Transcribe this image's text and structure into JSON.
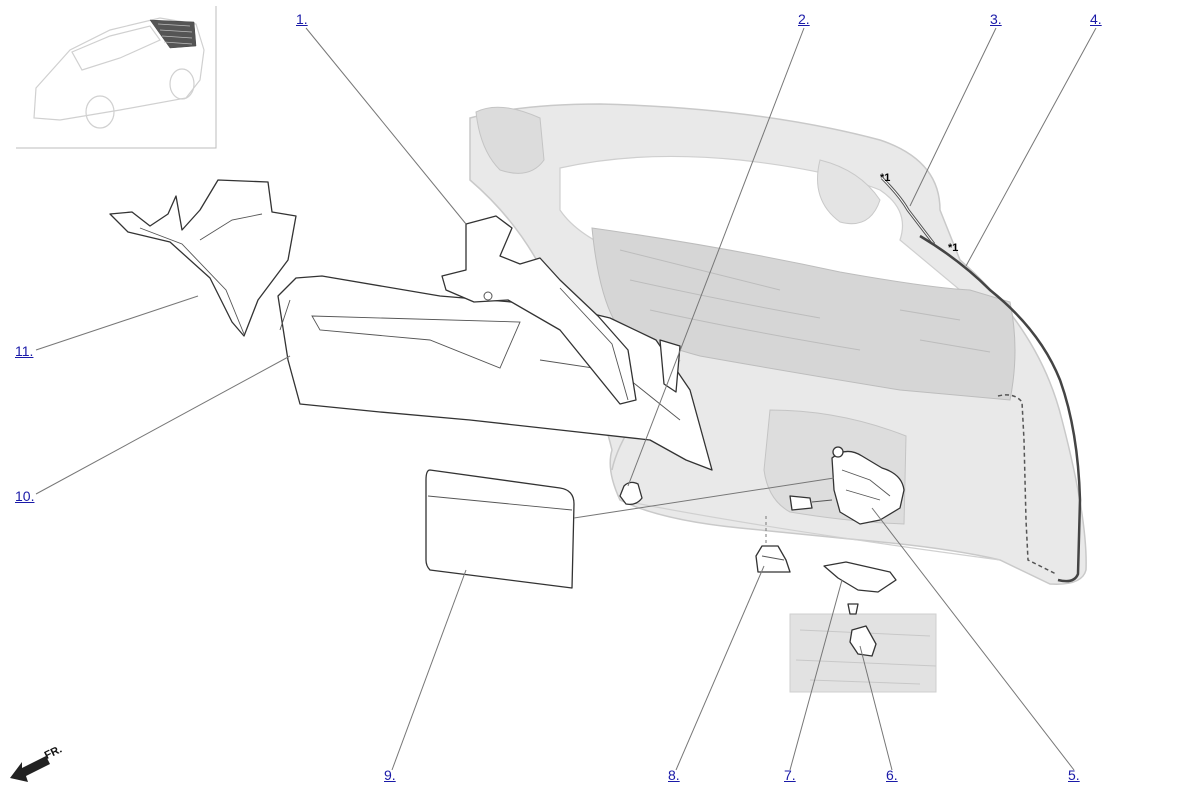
{
  "callouts": [
    {
      "id": "1",
      "label": "1."
    },
    {
      "id": "2",
      "label": "2."
    },
    {
      "id": "3",
      "label": "3."
    },
    {
      "id": "4",
      "label": "4."
    },
    {
      "id": "5",
      "label": "5."
    },
    {
      "id": "6",
      "label": "6."
    },
    {
      "id": "7",
      "label": "7."
    },
    {
      "id": "8",
      "label": "8."
    },
    {
      "id": "9",
      "label": "9."
    },
    {
      "id": "10",
      "label": "10."
    },
    {
      "id": "11",
      "label": "11."
    }
  ],
  "markers": {
    "star_a": "*1",
    "star_b": "*1"
  },
  "direction_label": "FR.",
  "colors": {
    "link": "#1a1aa8",
    "ghost": "#e9e9e9",
    "outline": "#333333"
  }
}
